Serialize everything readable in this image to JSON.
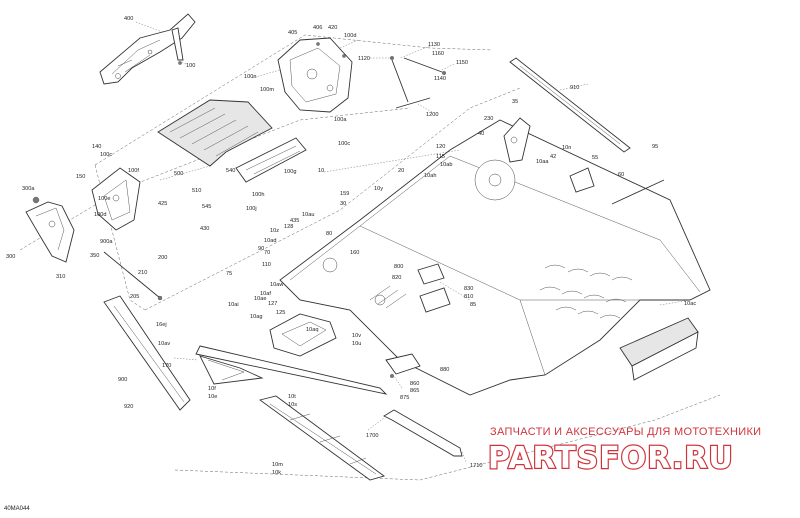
{
  "drawing_code": "40MA044",
  "watermark": {
    "caption": "ЗАПЧАСТИ И АКСЕССУАРЫ ДЛЯ МОТОТЕХНИКИ",
    "brand": "PARTSFOR.RU"
  },
  "callouts": [
    "400",
    "100",
    "405",
    "420",
    "100d",
    "406",
    "100n",
    "100m",
    "100a",
    "100c",
    "500",
    "510",
    "540",
    "545",
    "100g",
    "100h",
    "100j",
    "10",
    "140",
    "100c",
    "150",
    "100f",
    "300a",
    "425",
    "100e",
    "100d",
    "430",
    "300",
    "350",
    "310",
    "900a",
    "200",
    "210",
    "205",
    "920",
    "900",
    "1120",
    "1130",
    "1160",
    "1150",
    "1140",
    "1200",
    "910",
    "35",
    "230",
    "40",
    "42",
    "10n",
    "10aa",
    "55",
    "60",
    "95",
    "120",
    "115",
    "10ab",
    "20",
    "10ah",
    "30",
    "160",
    "159",
    "10y",
    "10au",
    "435",
    "128",
    "10z",
    "10ad",
    "80",
    "90",
    "70",
    "110",
    "10aw",
    "10af",
    "125",
    "127",
    "10ae",
    "800",
    "820",
    "830",
    "810",
    "85",
    "10aq",
    "10ag",
    "10ac",
    "75",
    "16ej",
    "10ai",
    "10v",
    "10u",
    "10av",
    "170",
    "10f",
    "10e",
    "880",
    "860",
    "865",
    "875",
    "10t",
    "10s",
    "1700",
    "1710",
    "10m",
    "10k"
  ]
}
